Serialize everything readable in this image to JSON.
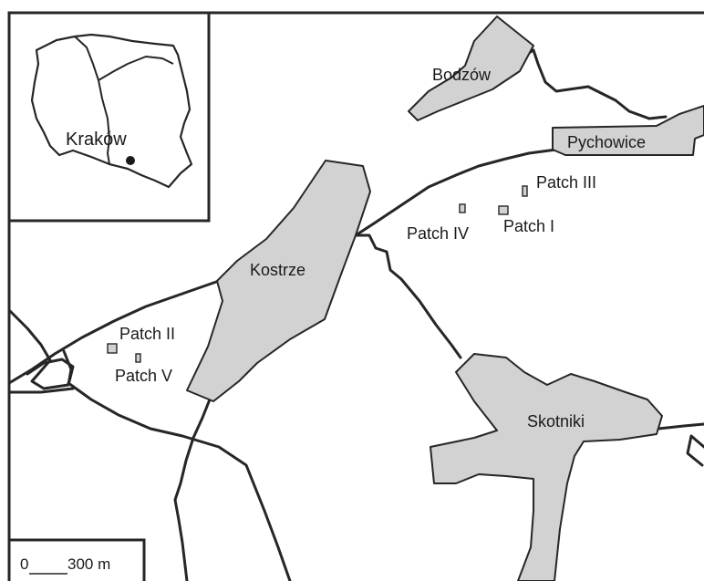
{
  "map": {
    "colors": {
      "area_fill": "#d2d2d2",
      "line": "#262626",
      "background": "#ffffff"
    },
    "settlements": [
      {
        "id": "bodzow",
        "name": "Bodzów"
      },
      {
        "id": "pychowice",
        "name": "Pychowice"
      },
      {
        "id": "kostrze",
        "name": "Kostrze"
      },
      {
        "id": "skotniki",
        "name": "Skotniki"
      }
    ],
    "patches": [
      {
        "id": "patch-i",
        "name": "Patch I"
      },
      {
        "id": "patch-ii",
        "name": "Patch II"
      },
      {
        "id": "patch-iii",
        "name": "Patch III"
      },
      {
        "id": "patch-iv",
        "name": "Patch IV"
      },
      {
        "id": "patch-v",
        "name": "Patch V"
      }
    ],
    "inset": {
      "city_label": "Kraków",
      "icon": "poland-outline-icon"
    },
    "scale_bar": {
      "zero_label": "0",
      "distance_label": "300 m"
    }
  }
}
